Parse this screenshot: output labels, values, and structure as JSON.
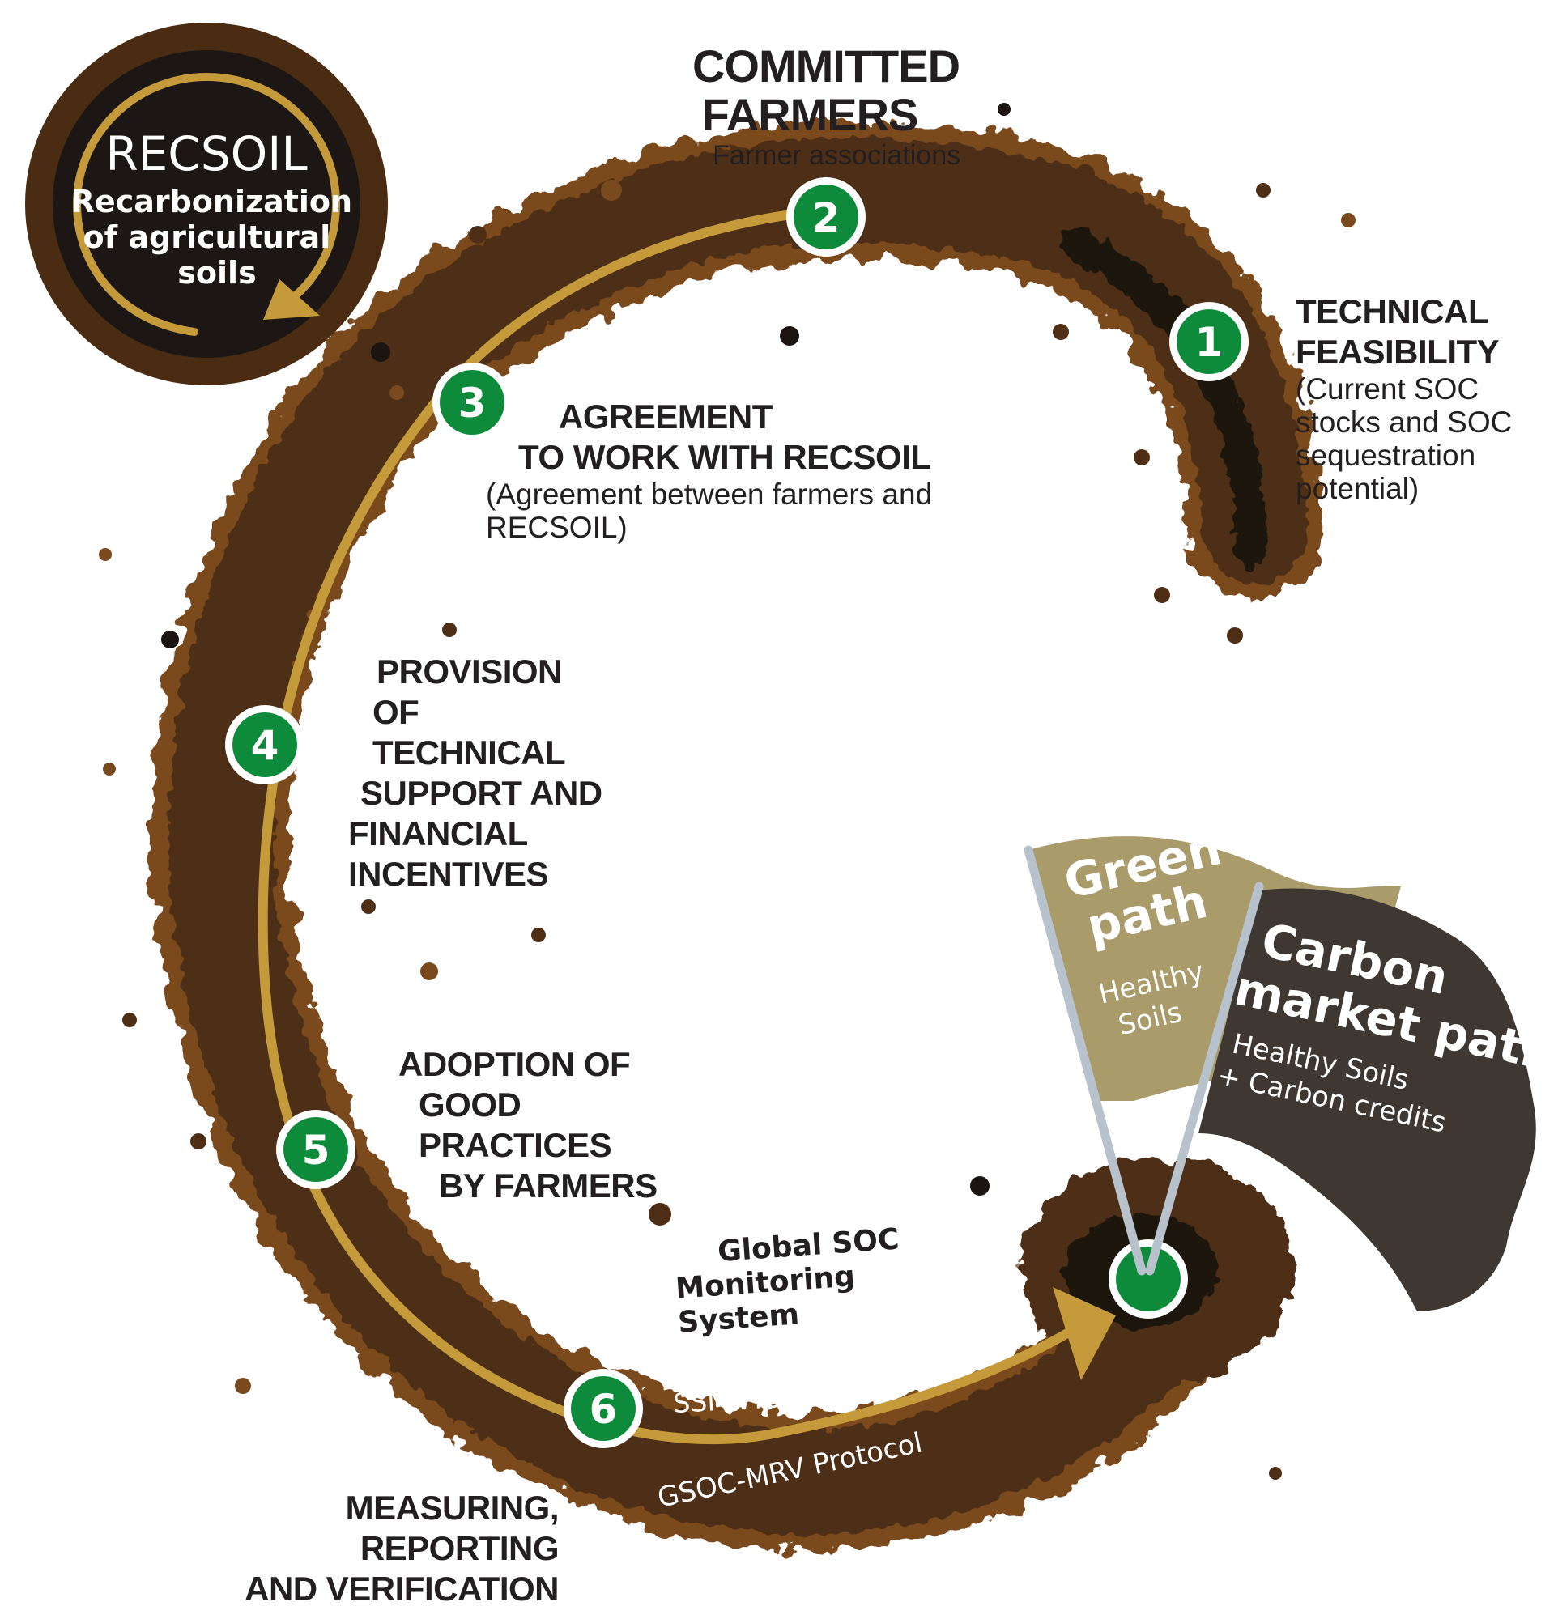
{
  "logo": {
    "title": "RECSOIL",
    "subtitle_lines": [
      "Recarbonization",
      "of agricultural",
      "soils"
    ]
  },
  "committed": {
    "title_lines": [
      "COMMITTED",
      "FARMERS"
    ],
    "subtitle": "Farmer associations"
  },
  "steps": [
    {
      "number": "1",
      "title_lines": [
        "TECHNICAL",
        "FEASIBILITY"
      ],
      "detail_lines": [
        "(Current SOC",
        "stocks and SOC",
        "sequestration",
        "potential)"
      ]
    },
    {
      "number": "2",
      "title_lines": [],
      "detail_lines": []
    },
    {
      "number": "3",
      "title_lines": [
        "AGREEMENT",
        "TO WORK WITH RECSOIL"
      ],
      "detail_lines": [
        "(Agreement between farmers and RECSOIL)"
      ]
    },
    {
      "number": "4",
      "title_lines": [
        "PROVISION",
        "OF TECHNICAL",
        "SUPPORT AND",
        "FINANCIAL",
        "INCENTIVES"
      ],
      "detail_lines": []
    },
    {
      "number": "5",
      "title_lines": [
        "ADOPTION OF",
        "GOOD PRACTICES",
        "BY FARMERS"
      ],
      "detail_lines": []
    },
    {
      "number": "6",
      "title_lines": [
        "MEASURING, REPORTING",
        "AND VERIFICATION"
      ],
      "detail_lines": []
    }
  ],
  "protocols": {
    "monitoring_lines": [
      "Global SOC",
      "Monitoring System"
    ],
    "ssm": "SSM Protocol",
    "gsoc": "GSOC-MRV Protocol"
  },
  "flags": {
    "green": {
      "title_lines": [
        "Green",
        "path"
      ],
      "sub_lines": [
        "Healthy",
        "Soils"
      ],
      "color": "#a99b6a"
    },
    "carbon": {
      "title_lines": [
        "Carbon",
        "market path"
      ],
      "sub_lines": [
        "Healthy Soils",
        "+ Carbon credits"
      ],
      "color": "#3f3731"
    }
  },
  "colors": {
    "soil": "#4e2f16",
    "soil_edge": "#7a4a1f",
    "gold": "#c49a3a",
    "step_green": "#0e8a3b",
    "logo_bg": "#1c1714",
    "logo_ring": "#4a2c12"
  }
}
